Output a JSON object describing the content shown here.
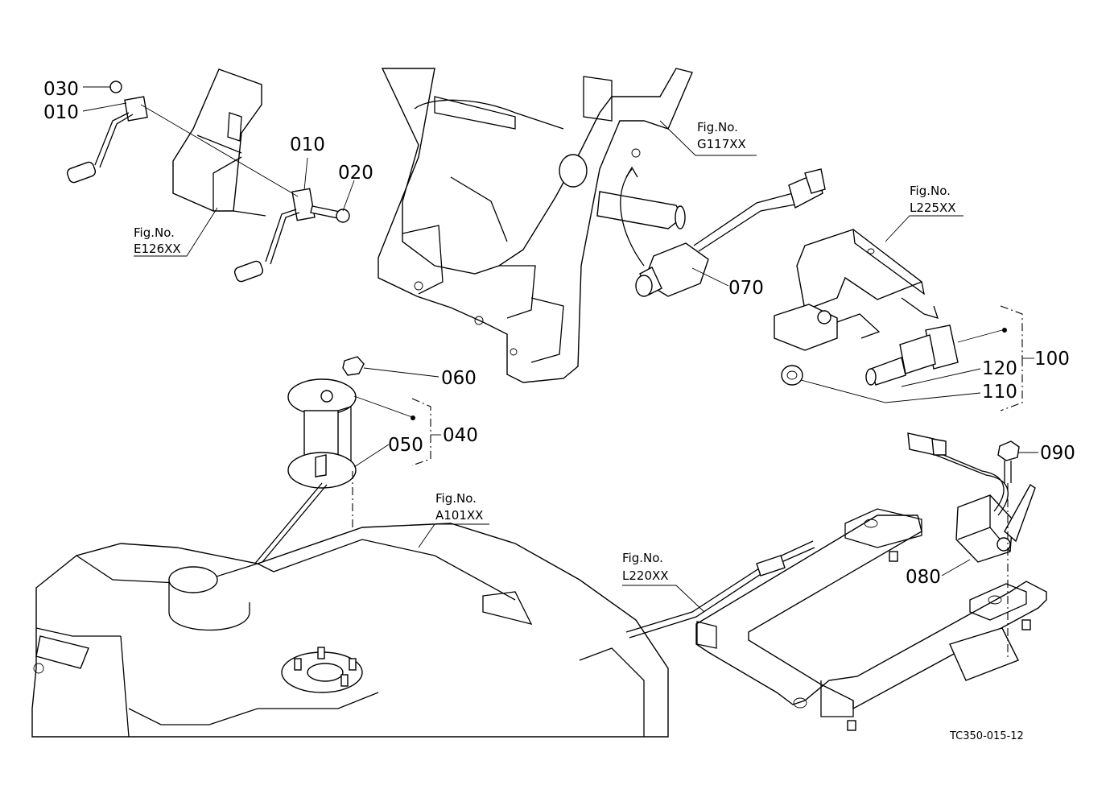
{
  "callouts": {
    "p030": "030",
    "p010_left": "010",
    "p010_mid": "010",
    "p020": "020",
    "p060": "060",
    "p040": "040",
    "p050": "050",
    "p070": "070",
    "p100": "100",
    "p120": "120",
    "p110": "110",
    "p090": "090",
    "p080": "080"
  },
  "figure_refs": {
    "e126": {
      "label": "Fig.No.",
      "number": "E126XX"
    },
    "g117": {
      "label": "Fig.No.",
      "number": "G117XX"
    },
    "l225": {
      "label": "Fig.No.",
      "number": "L225XX"
    },
    "a101": {
      "label": "Fig.No.",
      "number": "A101XX"
    },
    "l220": {
      "label": "Fig.No.",
      "number": "L220XX"
    }
  },
  "drawing_code": "TC350-015-12"
}
